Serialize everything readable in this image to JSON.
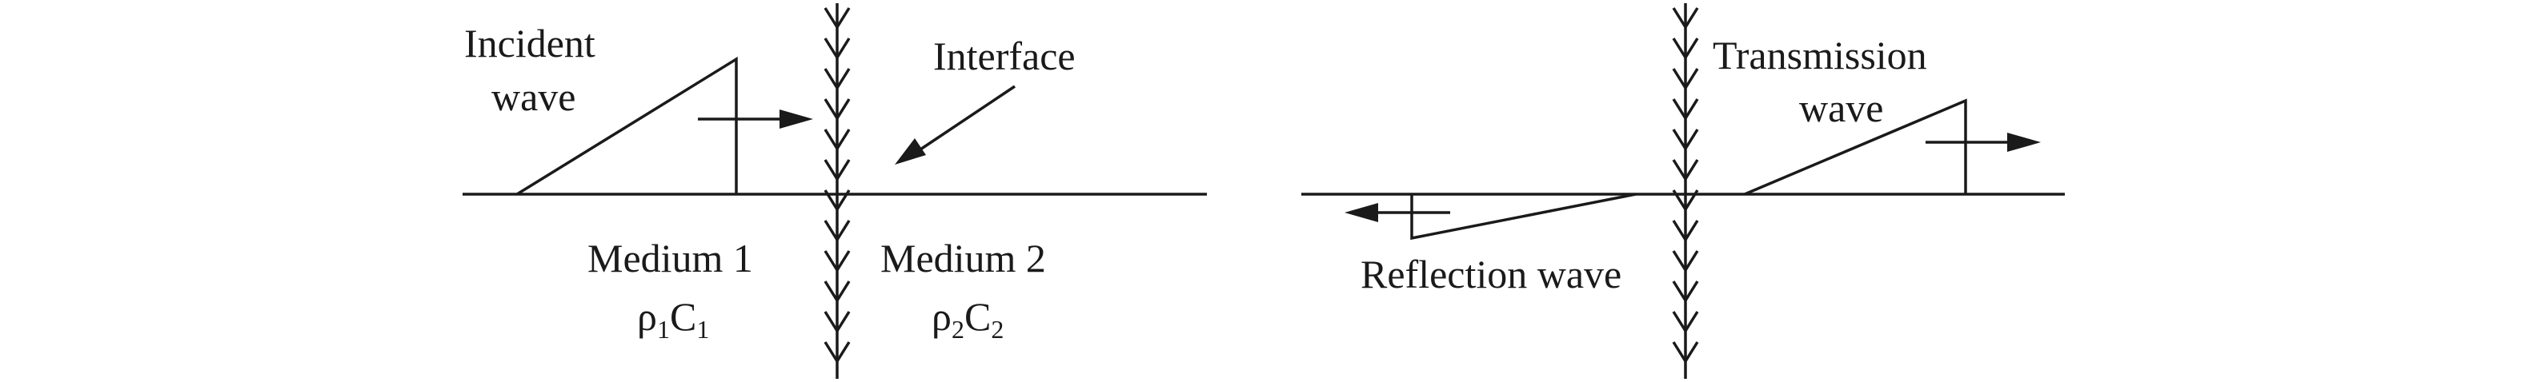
{
  "left_panel": {
    "incident_label_line1": "Incident",
    "incident_label_line2": "wave",
    "interface_label": "Interface",
    "medium1_label": "Medium 1",
    "medium1_symbol": "ρ",
    "medium1_symbol_sub": "1",
    "medium1_symbol2": "C",
    "medium1_symbol2_sub": "1",
    "medium2_label": "Medium 2",
    "medium2_symbol": "ρ",
    "medium2_symbol_sub": "2",
    "medium2_symbol2": "C",
    "medium2_symbol2_sub": "2"
  },
  "right_panel": {
    "transmission_label_line1": "Transmission",
    "transmission_label_line2": "wave",
    "reflection_label": "Reflection wave"
  },
  "colors": {
    "ink": "#1a1a1a",
    "background": "#ffffff"
  }
}
